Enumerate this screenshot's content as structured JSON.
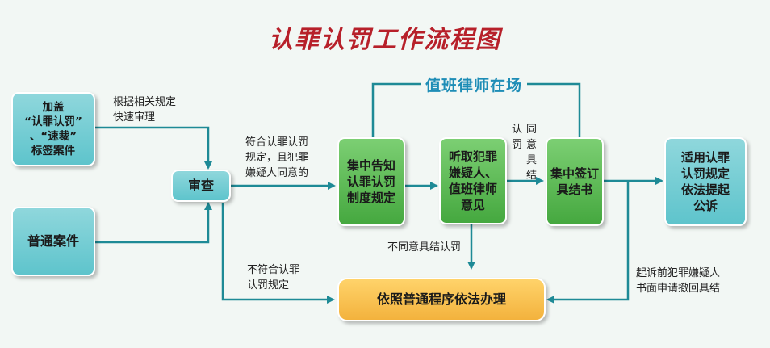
{
  "title": "认罪认罚工作流程图",
  "nodes": {
    "label_case": "加盖\n“认罪认罚”\n、“速裁”\n标签案件",
    "ordinary_case": "普通案件",
    "review": "审查",
    "notify": "集中告知\n认罪认罚\n制度规定",
    "hear": "听取犯罪\n嫌疑人、\n值班律师\n意见",
    "sign": "集中签订\n具结书",
    "prosecute": "适用认罪\n认罚规定\n依法提起\n公诉",
    "ordinary_procedure": "依照普通程序依法办理"
  },
  "labels": {
    "quick_review": "根据相关规定\n快速审理",
    "meets": "符合认罪认罚\n规定，且犯罪\n嫌疑人同意的",
    "not_meets": "不符合认罪\n认罚规定",
    "disagree": "不同意具结认罚",
    "admit": "认\n罚",
    "agree": "同\n意\n具\n结",
    "withdraw": "起诉前犯罪嫌疑人\n书面申请撤回具结",
    "duty_lawyer": "值班律师在场"
  },
  "colors": {
    "title": "#b7202a",
    "arrow": "#1e8a96",
    "duty_text": "#1e8db6",
    "teal_box": "#5ec4cc",
    "green_box": "#45a83f",
    "orange_box": "#f3b23d"
  }
}
